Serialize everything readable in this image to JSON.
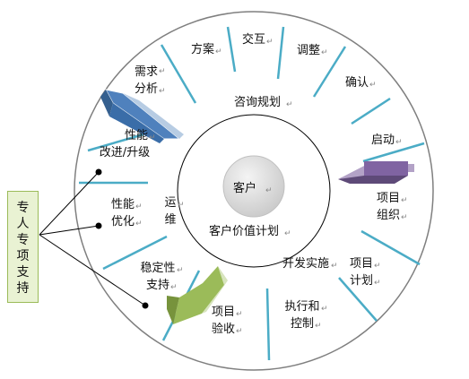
{
  "center": {
    "label": "客户"
  },
  "inner_ring": {
    "top_label": "咨询规划",
    "bottom_label": "客户价值计划"
  },
  "segments": [
    {
      "id": "proposal",
      "label": "方案"
    },
    {
      "id": "interaction",
      "label": "交互"
    },
    {
      "id": "adjust",
      "label": "调整"
    },
    {
      "id": "confirm",
      "label": "确认"
    },
    {
      "id": "kickoff",
      "label": "启动"
    },
    {
      "id": "project-org",
      "line1": "项目",
      "line2": "组织"
    },
    {
      "id": "project-plan",
      "line1": "项目",
      "line2": "计划"
    },
    {
      "id": "development",
      "label": "开发实施"
    },
    {
      "id": "execute-control",
      "line1": "执行和",
      "line2": "控制"
    },
    {
      "id": "acceptance",
      "line1": "项目",
      "line2": "验收"
    },
    {
      "id": "stability",
      "line1": "稳定性",
      "line2": "支持"
    },
    {
      "id": "operation",
      "line1": "运",
      "line2": "维"
    },
    {
      "id": "perf-opt",
      "line1": "性能",
      "line2": "优化"
    },
    {
      "id": "perf-upgrade",
      "line1": "性能",
      "line2": "改进/升级"
    },
    {
      "id": "requirements",
      "line1": "需求",
      "line2": "分析"
    }
  ],
  "side_box": {
    "label": "专人专项支持"
  },
  "paragraph_mark": "↵",
  "colors": {
    "divider": "#4bacc6",
    "ring_stroke": "#7f7f7f",
    "center_fill": "#d8d8d8",
    "arrow_blue": "#4f81bd",
    "arrow_purple": "#8064a2",
    "arrow_green": "#9bbb59",
    "side_box_fill": "#e9f2d3",
    "side_box_border": "#9bbb59"
  }
}
